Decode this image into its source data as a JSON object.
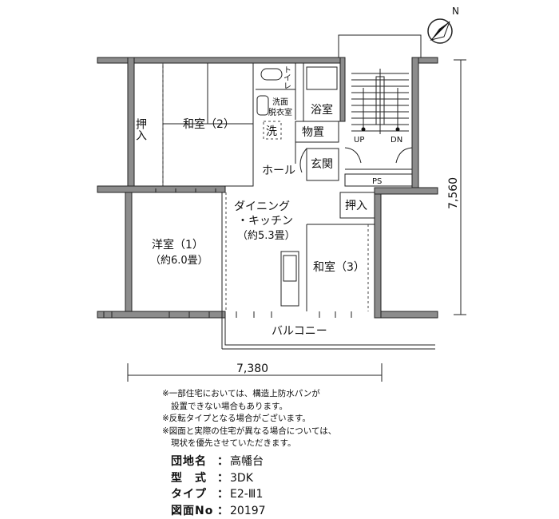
{
  "compass": {
    "label": "N"
  },
  "rooms": {
    "washitsu2": "和室（2）",
    "oshiire1": "押入",
    "toilet": "トイレ",
    "senmen": "洗面\n脱衣室",
    "sentaku": "洗",
    "yokushitsu": "浴室",
    "monooki": "物置",
    "hall": "ホール",
    "genkan": "玄関",
    "dk_line1": "ダイニング",
    "dk_line2": "・キッチン",
    "dk_line3": "（約5.3畳）",
    "yoshitsu_line1": "洋室（1）",
    "yoshitsu_line2": "（約6.0畳）",
    "oshiire2": "押入",
    "washitsu3": "和室（3）",
    "balcony": "バルコニー",
    "ps": "PS",
    "up": "UP",
    "dn": "DN"
  },
  "dimensions": {
    "width": "7,380",
    "depth": "7,560"
  },
  "notes": [
    "※一部住宅においては、構造上防水パンが",
    "設置できない場合もあります。",
    "※反転タイプとなる場合がございます。",
    "※図面と実際の住宅が異なる場合については、",
    "現状を優先させていただきます。"
  ],
  "info": {
    "danchi_label": "団地名",
    "danchi_value": "高幡台",
    "kata_label": "型　式",
    "kata_value": "3DK",
    "type_label": "タイプ",
    "type_value": "E2-Ⅲ1",
    "zumen_label": "図面No",
    "zumen_value": "20197"
  }
}
